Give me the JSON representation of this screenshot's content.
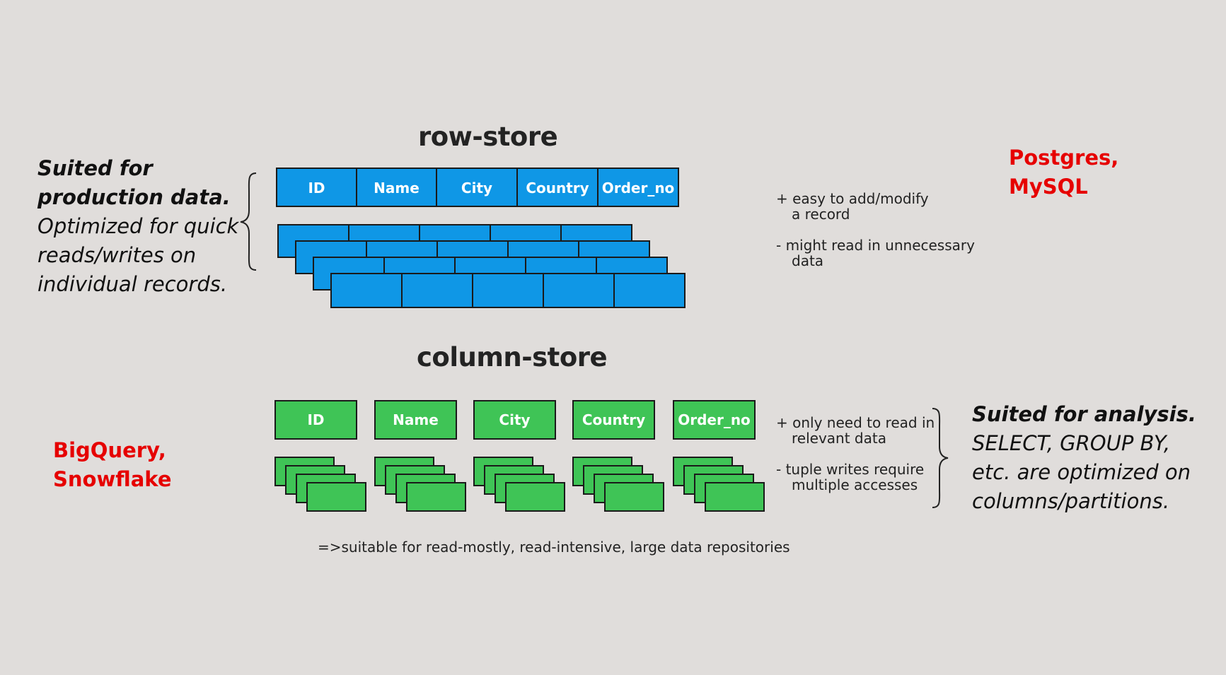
{
  "row_store": {
    "title": "row-store",
    "headers": [
      "ID",
      "Name",
      "City",
      "Country",
      "Order_no"
    ],
    "color": "#0f97e6",
    "description": {
      "bold_lines": [
        "Suited for",
        "production data."
      ],
      "italic_lines": [
        "Optimized for quick",
        "reads/writes on",
        "individual records."
      ]
    },
    "notes": [
      {
        "line1": "+ easy to add/modify",
        "line2": "a record"
      },
      {
        "line1": "- might read in unnecessary",
        "line2": "data"
      }
    ],
    "databases": [
      "Postgres,",
      "MySQL"
    ]
  },
  "column_store": {
    "title": "column-store",
    "headers": [
      "ID",
      "Name",
      "City",
      "Country",
      "Order_no"
    ],
    "color": "#3fc456",
    "description": {
      "bold_lines": [
        "Suited for analysis."
      ],
      "italic_lines": [
        "SELECT, GROUP BY,",
        "etc. are optimized on",
        "columns/partitions."
      ]
    },
    "notes": [
      {
        "line1": "+ only need to read in",
        "line2": "relevant data"
      },
      {
        "line1": "- tuple writes require",
        "line2": "multiple accesses"
      }
    ],
    "databases": [
      "BigQuery,",
      "Snowflake"
    ],
    "conclusion": "=>suitable for read-mostly, read-intensive, large data repositories"
  },
  "colors": {
    "background": "#e0dddb",
    "database_label": "#e60000"
  }
}
